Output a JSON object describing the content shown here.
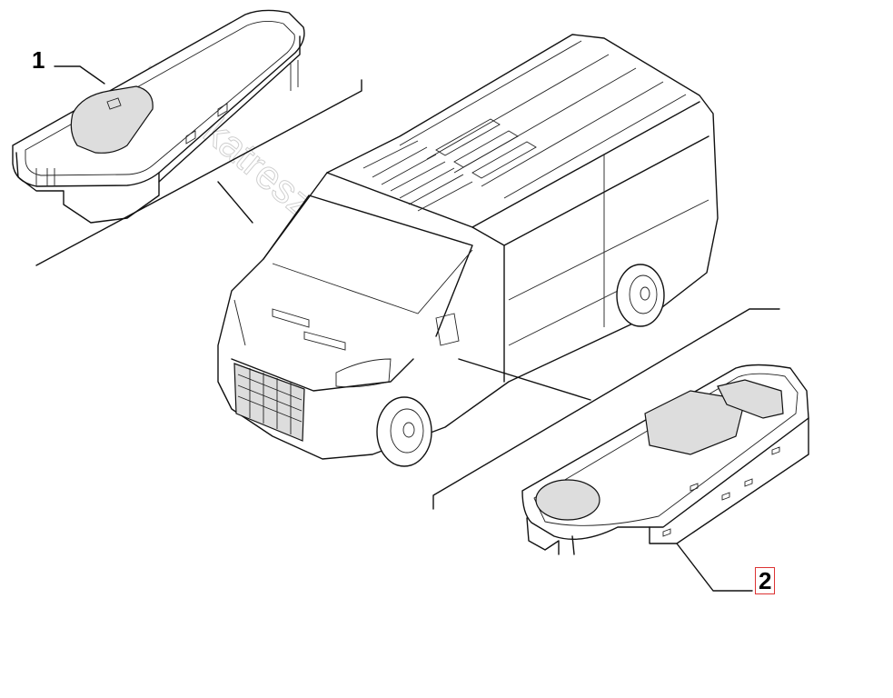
{
  "diagram": {
    "callouts": [
      {
        "label": "1",
        "selected": false
      },
      {
        "label": "2",
        "selected": true
      }
    ],
    "selected_color": "#dd3333",
    "watermark": "fiatalkatreszek.hu"
  }
}
